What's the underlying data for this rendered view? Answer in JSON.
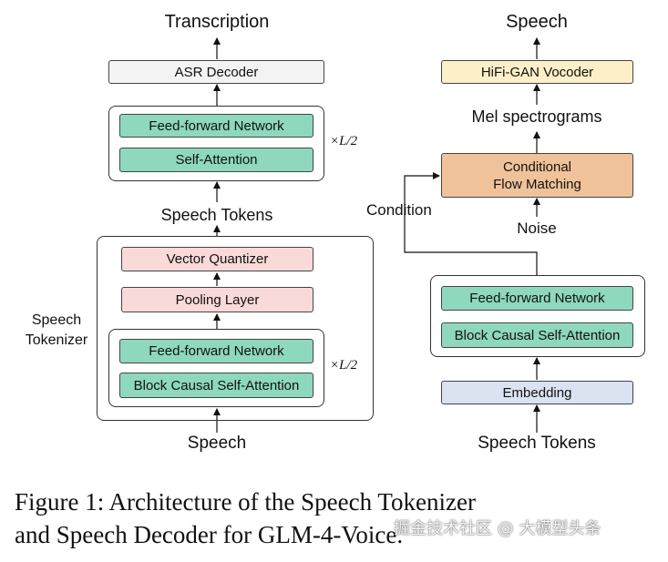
{
  "tokenizer": {
    "top_output": "Transcription",
    "asr_decoder": "ASR Decoder",
    "upper_block": {
      "ffn": "Feed-forward Network",
      "attn": "Self-Attention",
      "repeat": "×L/2"
    },
    "speech_tokens": "Speech Tokens",
    "group_label_line1": "Speech",
    "group_label_line2": "Tokenizer",
    "vector_quantizer": "Vector Quantizer",
    "pooling_layer": "Pooling Layer",
    "lower_block": {
      "ffn": "Feed-forward Network",
      "attn": "Block Causal Self-Attention",
      "repeat": "×L/2"
    },
    "bottom_input": "Speech"
  },
  "decoder": {
    "top_output": "Speech",
    "vocoder": "HiFi-GAN Vocoder",
    "mel": "Mel spectrograms",
    "flow_line1": "Conditional",
    "flow_line2": "Flow Matching",
    "condition": "Condition",
    "noise": "Noise",
    "ffn": "Feed-forward Network",
    "attn": "Block Causal Self-Attention",
    "embedding": "Embedding",
    "bottom_input": "Speech Tokens"
  },
  "caption": {
    "line1": "Figure 1:  Architecture of the Speech Tokenizer",
    "line2": "and Speech Decoder for GLM-4-Voice."
  },
  "watermark": "掘金技术社区 @ 大模型头条",
  "colors": {
    "green": "#8ed8bd",
    "pink": "#fad9d9",
    "gray": "#f3f3f3",
    "yellow": "#fdf0c8",
    "orange": "#f0c29a",
    "blue": "#d9e3f1"
  }
}
